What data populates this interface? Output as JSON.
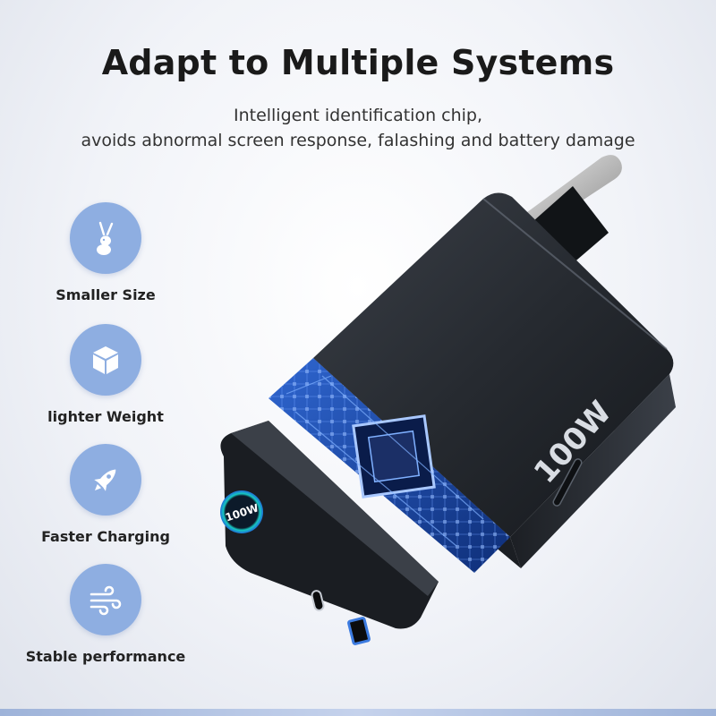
{
  "header": {
    "title": "Adapt to Multiple Systems",
    "subtitle_line1": "Intelligent identification chip,",
    "subtitle_line2": "avoids abnormal screen response, falashing and battery damage"
  },
  "features": [
    {
      "label": "Smaller Size",
      "icon": "rabbit-icon"
    },
    {
      "label": "lighter Weight",
      "icon": "cube-icon"
    },
    {
      "label": "Faster Charging",
      "icon": "rocket-icon"
    },
    {
      "label": "Stable performance",
      "icon": "wind-icon"
    }
  ],
  "product": {
    "side_label": "100W",
    "display_label": "100W"
  },
  "colors": {
    "icon_circle": "#8eaee1",
    "charger_body": "#262a30",
    "circuit_blue": "#1f4fb0"
  }
}
